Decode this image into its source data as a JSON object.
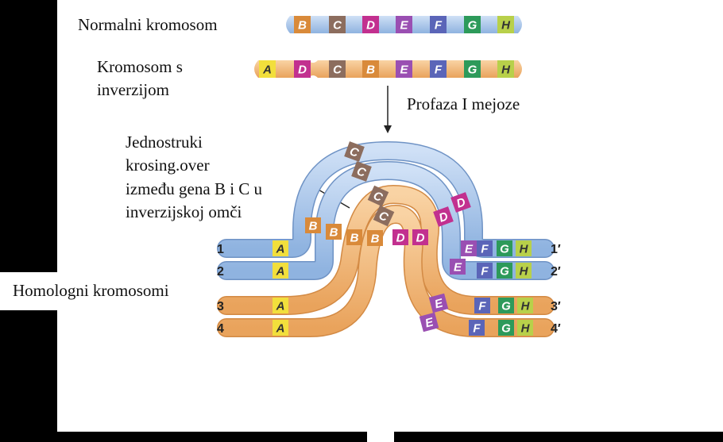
{
  "labels": {
    "normal": "Normalni kromosom",
    "inverted": [
      "Kromosom s",
      "inverzijom"
    ],
    "prophase": "Profaza I mejoze",
    "crossover": [
      "Jednostruki",
      "krosing.over",
      "između gena B i C u",
      "inverzijskoj omči"
    ],
    "homologous": "Homologni kromosomi"
  },
  "normal_chromosome": [
    "B",
    "C",
    "D",
    "E",
    "F",
    "G",
    "H"
  ],
  "inverted_chromosome": [
    "A",
    "D",
    "C",
    "B",
    "E",
    "F",
    "G",
    "H"
  ],
  "strand_numbers_left": [
    "1",
    "2",
    "3",
    "4"
  ],
  "strand_numbers_right": [
    "1′",
    "2′",
    "3′",
    "4′"
  ],
  "colors": {
    "blue_chromosome": "#a9c7ec",
    "orange_chromosome": "#f2b878",
    "A": "#f2df3c",
    "B": "#d98a3a",
    "C": "#8c6d5e",
    "D": "#c2308f",
    "E": "#9a4fb2",
    "F": "#5b65b8",
    "G": "#2d9a5a",
    "H": "#b8d04a"
  }
}
